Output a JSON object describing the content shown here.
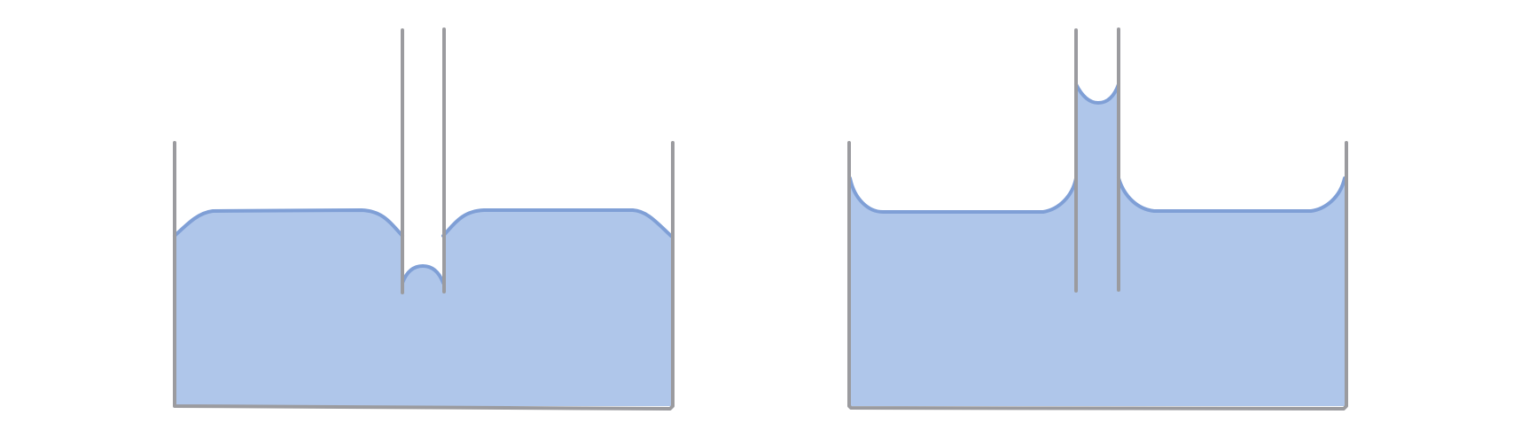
{
  "colors": {
    "background": "#ffffff",
    "liquid_fill": "#afc6ea",
    "liquid_edge": "#7f9fd6",
    "wall": "#9b9b9f"
  },
  "diagrams": [
    {
      "name": "capillary-depression",
      "meniscus": "convex",
      "tube_level_relative_to_bulk": "below"
    },
    {
      "name": "capillary-rise",
      "meniscus": "concave",
      "tube_level_relative_to_bulk": "above"
    }
  ]
}
